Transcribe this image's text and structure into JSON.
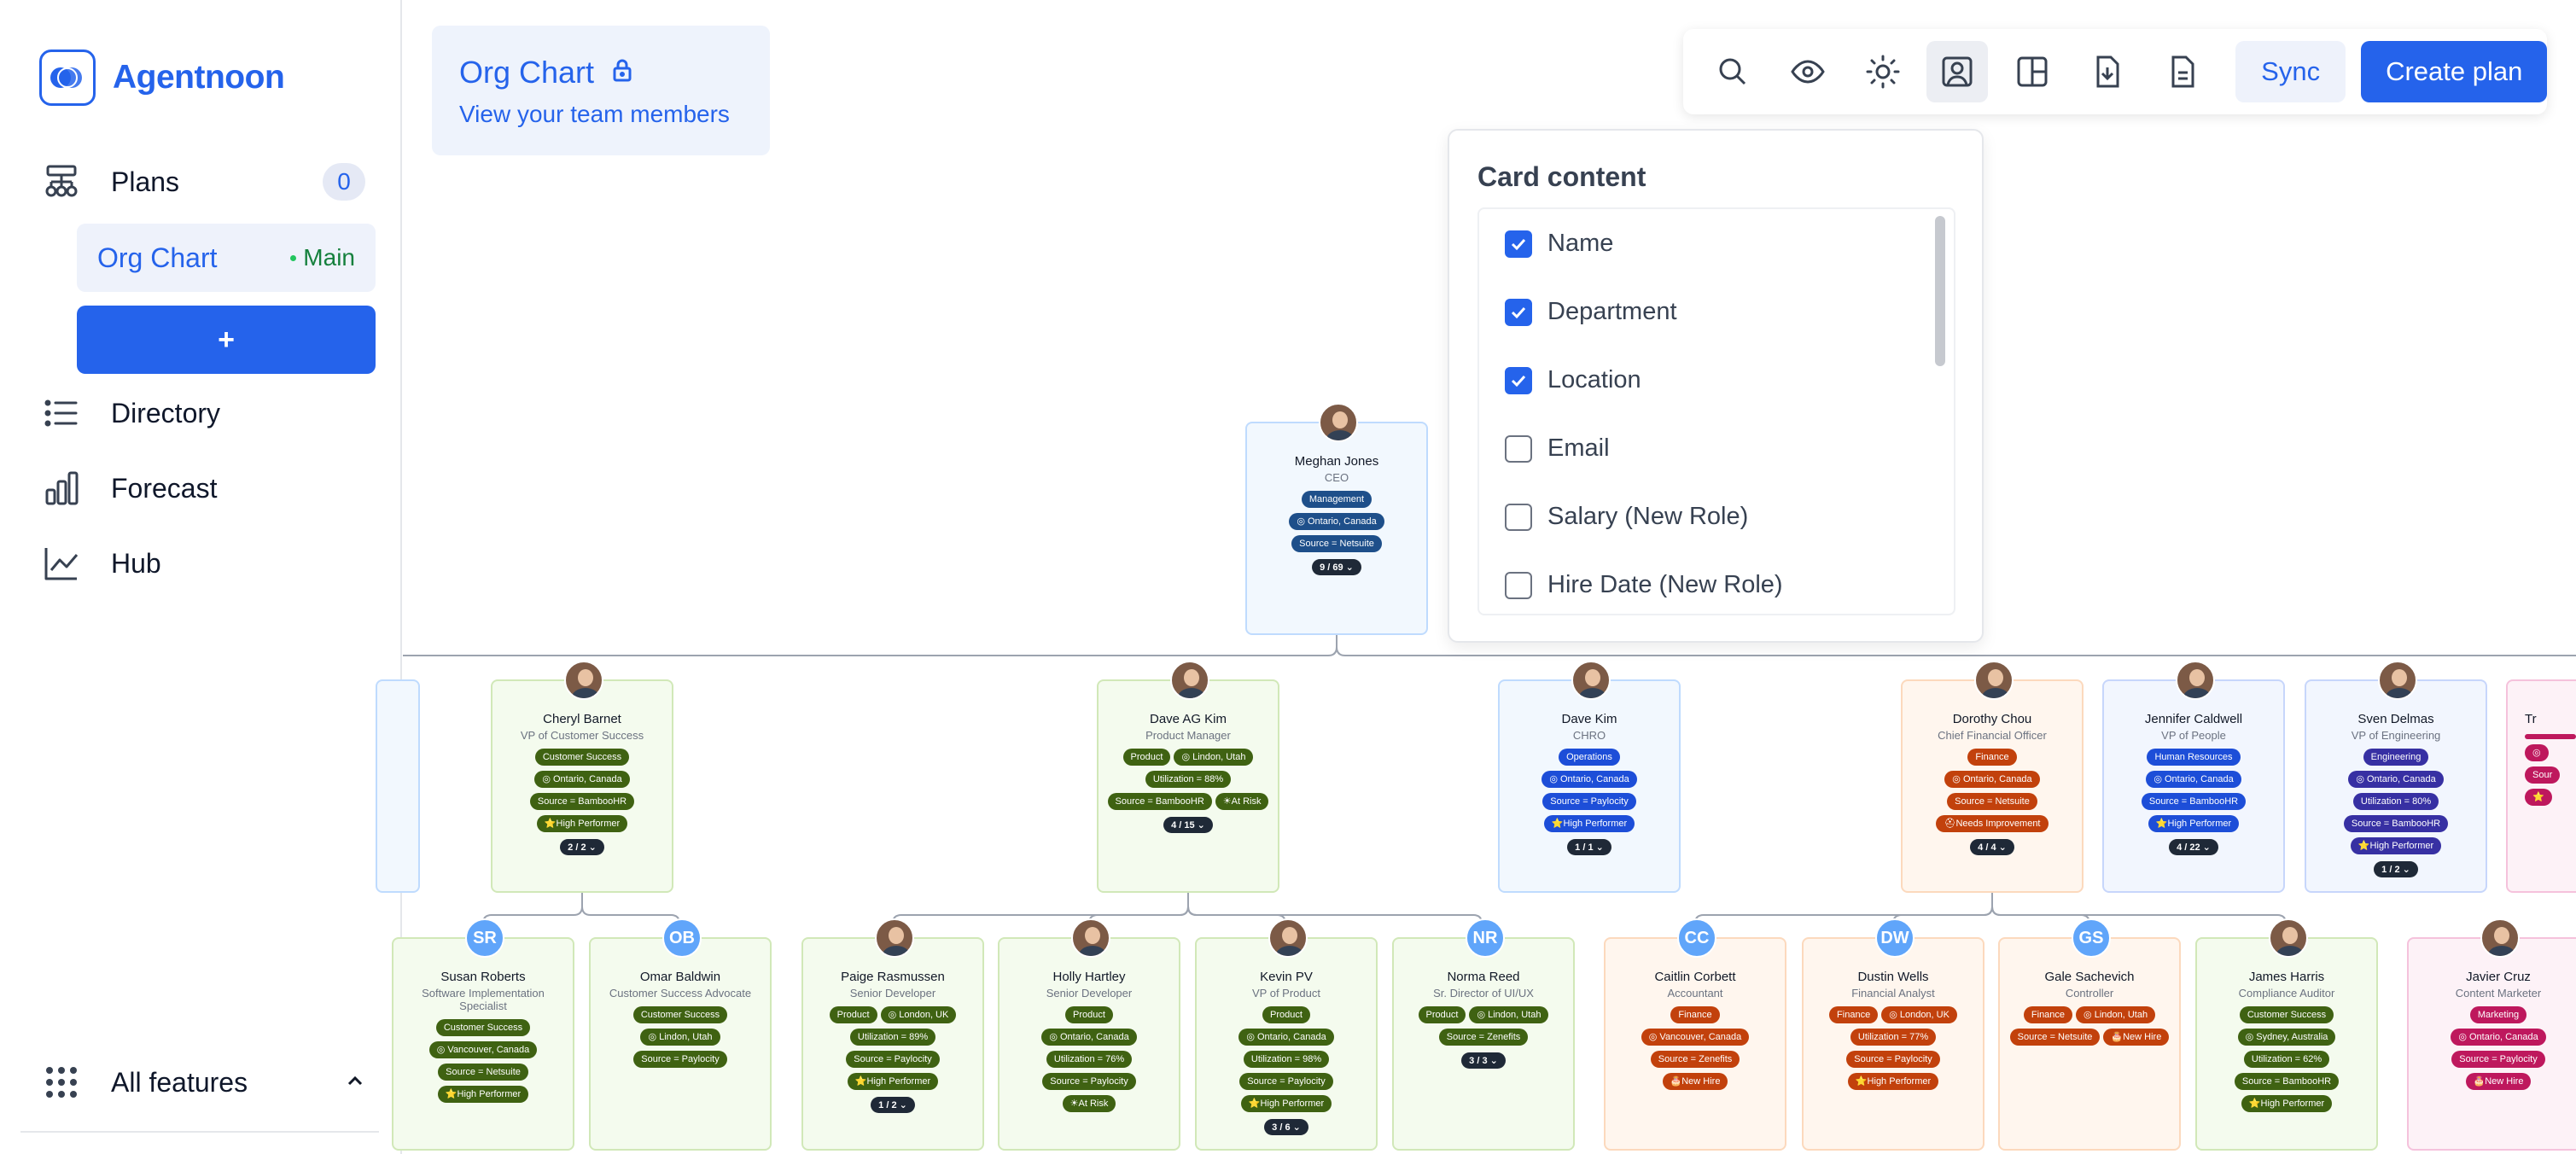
{
  "app": {
    "name": "Agentnoon"
  },
  "sidebar": {
    "plans": {
      "label": "Plans",
      "count": "0"
    },
    "org_chart": {
      "label": "Org Chart",
      "badge": "Main"
    },
    "add_label": "+",
    "directory": "Directory",
    "forecast": "Forecast",
    "hub": "Hub",
    "all_features": "All features"
  },
  "header": {
    "title": "Org Chart",
    "subtitle": "View your team members"
  },
  "toolbar": {
    "sync": "Sync",
    "create_plan": "Create plan"
  },
  "card_content": {
    "title": "Card content",
    "options": [
      {
        "label": "Name",
        "checked": true
      },
      {
        "label": "Department",
        "checked": true
      },
      {
        "label": "Location",
        "checked": true
      },
      {
        "label": "Email",
        "checked": false
      },
      {
        "label": "Salary (New Role)",
        "checked": false
      },
      {
        "label": "Hire Date (New Role)",
        "checked": false
      }
    ]
  },
  "org": {
    "ceo": {
      "name": "Meghan Jones",
      "title": "CEO",
      "tags": [
        "Management",
        "◎ Ontario, Canada",
        "Source = Netsuite"
      ],
      "count": "9 / 69 ⌄"
    },
    "level1": [
      {
        "name": "Cheryl Barnet",
        "title": "VP of Customer Success",
        "tags": [
          "Customer Success",
          "◎ Ontario, Canada",
          "Source = BambooHR",
          "⭐High Performer"
        ],
        "count": "2 / 2 ⌄"
      },
      {
        "name": "Dave AG Kim",
        "title": "Product Manager",
        "tags": [
          "Product",
          "◎ Lindon, Utah",
          "Utilization = 88%",
          "Source = BambooHR",
          "☀At Risk"
        ],
        "count": "4 / 15 ⌄"
      },
      {
        "name": "Dave Kim",
        "title": "CHRO",
        "tags": [
          "Operations",
          "◎ Ontario, Canada",
          "Source = Paylocity",
          "⭐High Performer"
        ],
        "count": "1 / 1 ⌄"
      },
      {
        "name": "Dorothy Chou",
        "title": "Chief Financial Officer",
        "tags": [
          "Finance",
          "◎ Ontario, Canada",
          "Source = Netsuite",
          "⛑Needs Improvement"
        ],
        "count": "4 / 4 ⌄"
      },
      {
        "name": "Jennifer Caldwell",
        "title": "VP of People",
        "tags": [
          "Human Resources",
          "◎ Ontario, Canada",
          "Source = BambooHR",
          "⭐High Performer"
        ],
        "count": "4 / 22 ⌄"
      },
      {
        "name": "Sven Delmas",
        "title": "VP of Engineering",
        "tags": [
          "Engineering",
          "◎ Ontario, Canada",
          "Utilization = 80%",
          "Source = BambooHR",
          "⭐High Performer"
        ],
        "count": "1 / 2 ⌄"
      },
      {
        "name": "Tr",
        "title": "",
        "tags": [
          "",
          "◎",
          "Sour",
          "⭐"
        ],
        "count": ""
      }
    ],
    "level2": [
      {
        "name": "Susan Roberts",
        "title": "Software Implementation Specialist",
        "initials": "SR",
        "tags": [
          "Customer Success",
          "◎ Vancouver, Canada",
          "Source = Netsuite",
          "⭐High Performer"
        ],
        "count": ""
      },
      {
        "name": "Omar Baldwin",
        "title": "Customer Success Advocate",
        "initials": "OB",
        "tags": [
          "Customer Success",
          "◎ Lindon, Utah",
          "Source = Paylocity"
        ],
        "count": ""
      },
      {
        "name": "Paige Rasmussen",
        "title": "Senior Developer",
        "initials": "",
        "tags": [
          "Product",
          "◎ London, UK",
          "Utilization = 89%",
          "Source = Paylocity",
          "⭐High Performer"
        ],
        "count": "1 / 2 ⌄"
      },
      {
        "name": "Holly Hartley",
        "title": "Senior Developer",
        "initials": "",
        "tags": [
          "Product",
          "◎ Ontario, Canada",
          "Utilization = 76%",
          "Source = Paylocity",
          "☀At Risk"
        ],
        "count": ""
      },
      {
        "name": "Kevin PV",
        "title": "VP of Product",
        "initials": "",
        "tags": [
          "Product",
          "◎ Ontario, Canada",
          "Utilization = 98%",
          "Source = Paylocity",
          "⭐High Performer"
        ],
        "count": "3 / 6 ⌄"
      },
      {
        "name": "Norma Reed",
        "title": "Sr. Director of UI/UX",
        "initials": "NR",
        "tags": [
          "Product",
          "◎ Lindon, Utah",
          "Source = Zenefits"
        ],
        "count": "3 / 3 ⌄"
      },
      {
        "name": "Caitlin Corbett",
        "title": "Accountant",
        "initials": "CC",
        "tags": [
          "Finance",
          "◎ Vancouver, Canada",
          "Source = Zenefits",
          "🎂New Hire"
        ],
        "count": ""
      },
      {
        "name": "Dustin Wells",
        "title": "Financial Analyst",
        "initials": "DW",
        "tags": [
          "Finance",
          "◎ London, UK",
          "Utilization = 77%",
          "Source = Paylocity",
          "⭐High Performer"
        ],
        "count": ""
      },
      {
        "name": "Gale Sachevich",
        "title": "Controller",
        "initials": "GS",
        "tags": [
          "Finance",
          "◎ Lindon, Utah",
          "Source = Netsuite",
          "🎂New Hire"
        ],
        "count": ""
      },
      {
        "name": "James Harris",
        "title": "Compliance Auditor",
        "initials": "",
        "tags": [
          "Customer Success",
          "◎ Sydney, Australia",
          "Utilization = 62%",
          "Source = BambooHR",
          "⭐High Performer"
        ],
        "count": ""
      },
      {
        "name": "Javier Cruz",
        "title": "Content Marketer",
        "initials": "",
        "tags": [
          "Marketing",
          "◎ Ontario, Canada",
          "Source = Paylocity",
          "🎂New Hire"
        ],
        "count": ""
      }
    ]
  },
  "colors": {
    "accent": "#2563eb",
    "green_tag": "#3f6212",
    "blue_tag": "#1d4ed8",
    "navy_tag": "#1e4f8a",
    "orange_tag": "#c2410c",
    "pink_tag": "#be185d",
    "dark_count": "#1f2937"
  }
}
